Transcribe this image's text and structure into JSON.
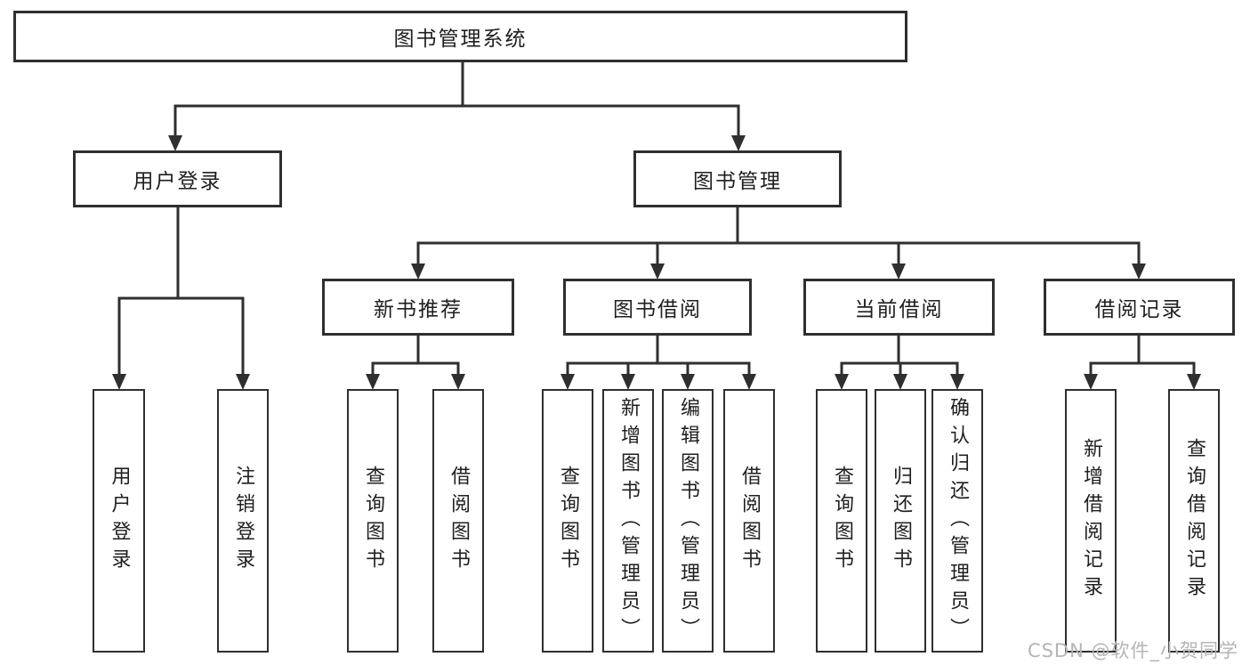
{
  "colors": {
    "background": "#ffffff",
    "line": "#2f2f2f",
    "box_border": "#2f2f2f",
    "text": "#1f1f1f",
    "watermark": "#b5b5b8"
  },
  "watermark": {
    "text": "CSDN @软件_小贺同学"
  },
  "diagram": {
    "root": {
      "label": "图书管理系统"
    },
    "branches": [
      {
        "label": "用户登录",
        "leaves": [
          {
            "label": "用户登录"
          },
          {
            "label": "注销登录"
          }
        ]
      },
      {
        "label": "图书管理",
        "groups": [
          {
            "label": "新书推荐",
            "leaves": [
              {
                "label": "查询图书"
              },
              {
                "label": "借阅图书"
              }
            ]
          },
          {
            "label": "图书借阅",
            "leaves": [
              {
                "label": "查询图书"
              },
              {
                "label": "新增图书（管理员）"
              },
              {
                "label": "编辑图书（管理员）"
              },
              {
                "label": "借阅图书"
              }
            ]
          },
          {
            "label": "当前借阅",
            "leaves": [
              {
                "label": "查询图书"
              },
              {
                "label": "归还图书"
              },
              {
                "label": "确认归还（管理员）"
              }
            ]
          },
          {
            "label": "借阅记录",
            "leaves": [
              {
                "label": "新增借阅记录"
              },
              {
                "label": "查询借阅记录"
              }
            ]
          }
        ]
      }
    ]
  }
}
